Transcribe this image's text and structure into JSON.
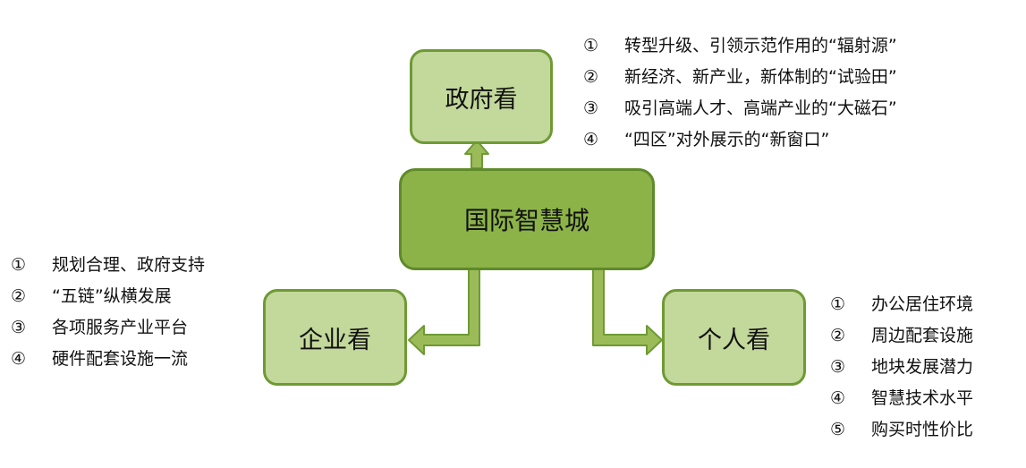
{
  "center": {
    "label": "国际智慧城"
  },
  "government": {
    "label": "政府看",
    "items": [
      {
        "num": "①",
        "text": "转型升级、引领示范作用的“辐射源”"
      },
      {
        "num": "②",
        "text": "新经济、新产业，新体制的“试验田”"
      },
      {
        "num": "③",
        "text": "吸引高端人才、高端产业的“大磁石”"
      },
      {
        "num": "④",
        "text": "“四区”对外展示的“新窗口”"
      }
    ]
  },
  "enterprise": {
    "label": "企业看",
    "items": [
      {
        "num": "①",
        "text": "规划合理、政府支持"
      },
      {
        "num": "②",
        "text": "“五链”纵横发展"
      },
      {
        "num": "③",
        "text": "各项服务产业平台"
      },
      {
        "num": "④",
        "text": "硬件配套设施一流"
      }
    ]
  },
  "individual": {
    "label": "个人看",
    "items": [
      {
        "num": "①",
        "text": "办公居住环境"
      },
      {
        "num": "②",
        "text": "周边配套设施"
      },
      {
        "num": "③",
        "text": "地块发展潜力"
      },
      {
        "num": "④",
        "text": "智慧技术水平"
      },
      {
        "num": "⑤",
        "text": "购买时性价比"
      }
    ]
  },
  "colors": {
    "box_fill": "#c3d89b",
    "box_border": "#6e9a34",
    "center_fill": "#8cb348",
    "center_border": "#5f8a2a",
    "arrow_fill": "#9bbb59",
    "arrow_border": "#6e9a34"
  }
}
